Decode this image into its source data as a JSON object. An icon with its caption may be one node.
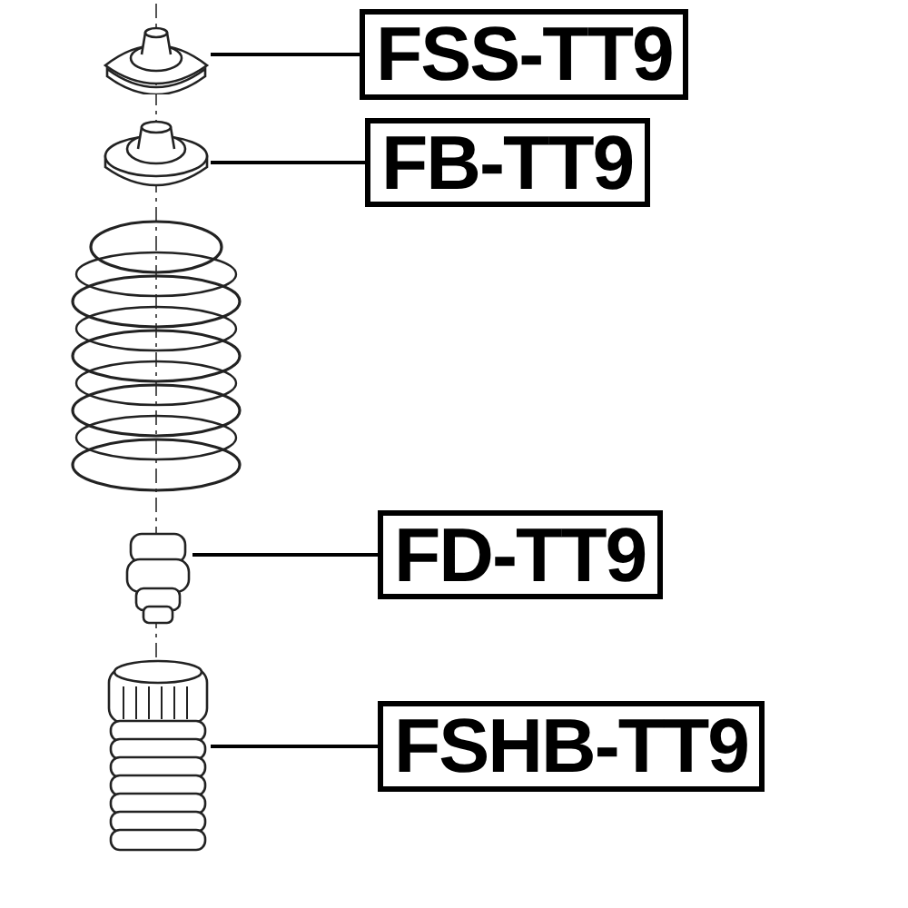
{
  "diagram": {
    "nodes": [
      {
        "text": [
          "FSS-TT9"
        ]
      },
      {
        "text": [],
        "shape": "picture"
      },
      {
        "text": [
          "FB-TT9"
        ]
      },
      {
        "text": [],
        "shape": "picture"
      },
      {
        "text": [],
        "shape": "picture"
      },
      {
        "text": [
          "FD-TT9"
        ]
      },
      {
        "text": [],
        "shape": "picture"
      },
      {
        "text": [
          "FSHB-TT9"
        ]
      },
      {
        "text": [],
        "shape": "picture"
      }
    ],
    "edges": [
      {
        "from": 0,
        "to": 1,
        "arrow": "none"
      },
      {
        "from": 2,
        "to": 3,
        "arrow": "none"
      },
      {
        "from": 5,
        "to": 6,
        "arrow": "none"
      },
      {
        "from": 7,
        "to": 8,
        "arrow": "none"
      }
    ]
  }
}
